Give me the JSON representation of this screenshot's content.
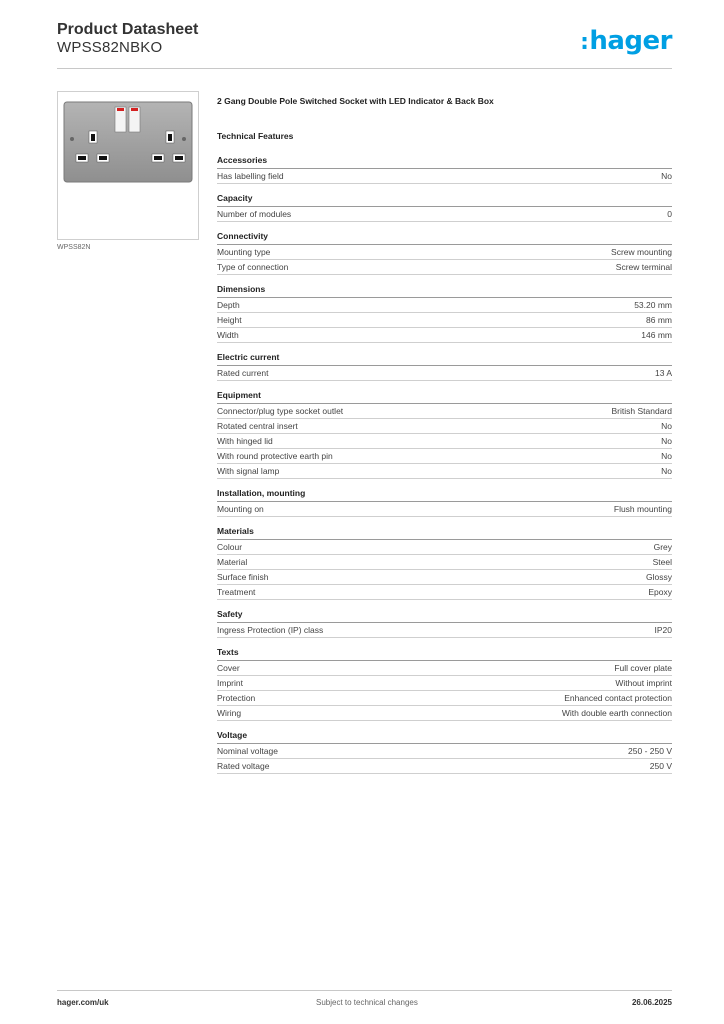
{
  "header": {
    "title": "Product Datasheet",
    "code": "WPSS82NBKO",
    "brand": "hager",
    "brand_color": "#009fe3"
  },
  "image": {
    "caption": "WPSS82N"
  },
  "product": {
    "title": "2 Gang Double Pole Switched Socket with LED Indicator & Back Box",
    "features_title": "Technical Features"
  },
  "sections": [
    {
      "title": "Accessories",
      "rows": [
        {
          "label": "Has labelling field",
          "value": "No"
        }
      ]
    },
    {
      "title": "Capacity",
      "rows": [
        {
          "label": "Number of modules",
          "value": "0"
        }
      ]
    },
    {
      "title": "Connectivity",
      "rows": [
        {
          "label": "Mounting type",
          "value": "Screw mounting"
        },
        {
          "label": "Type of connection",
          "value": "Screw terminal"
        }
      ]
    },
    {
      "title": "Dimensions",
      "rows": [
        {
          "label": "Depth",
          "value": "53.20 mm"
        },
        {
          "label": "Height",
          "value": "86 mm"
        },
        {
          "label": "Width",
          "value": "146 mm"
        }
      ]
    },
    {
      "title": "Electric current",
      "rows": [
        {
          "label": "Rated current",
          "value": "13 A"
        }
      ]
    },
    {
      "title": "Equipment",
      "rows": [
        {
          "label": "Connector/plug type socket outlet",
          "value": "British Standard"
        },
        {
          "label": "Rotated central insert",
          "value": "No"
        },
        {
          "label": "With hinged lid",
          "value": "No"
        },
        {
          "label": "With round protective earth pin",
          "value": "No"
        },
        {
          "label": "With signal lamp",
          "value": "No"
        }
      ]
    },
    {
      "title": "Installation, mounting",
      "rows": [
        {
          "label": "Mounting on",
          "value": "Flush mounting"
        }
      ]
    },
    {
      "title": "Materials",
      "rows": [
        {
          "label": "Colour",
          "value": "Grey"
        },
        {
          "label": "Material",
          "value": "Steel"
        },
        {
          "label": "Surface finish",
          "value": "Glossy"
        },
        {
          "label": "Treatment",
          "value": "Epoxy"
        }
      ]
    },
    {
      "title": "Safety",
      "rows": [
        {
          "label": "Ingress Protection (IP) class",
          "value": "IP20"
        }
      ]
    },
    {
      "title": "Texts",
      "rows": [
        {
          "label": "Cover",
          "value": "Full cover plate"
        },
        {
          "label": "Imprint",
          "value": "Without imprint"
        },
        {
          "label": "Protection",
          "value": "Enhanced contact protection"
        },
        {
          "label": "Wiring",
          "value": "With double earth connection"
        }
      ]
    },
    {
      "title": "Voltage",
      "rows": [
        {
          "label": "Nominal voltage",
          "value": "250 - 250 V"
        },
        {
          "label": "Rated voltage",
          "value": "250 V"
        }
      ]
    }
  ],
  "footer": {
    "website": "hager.com/uk",
    "notice": "Subject to technical changes",
    "date": "26.06.2025"
  }
}
